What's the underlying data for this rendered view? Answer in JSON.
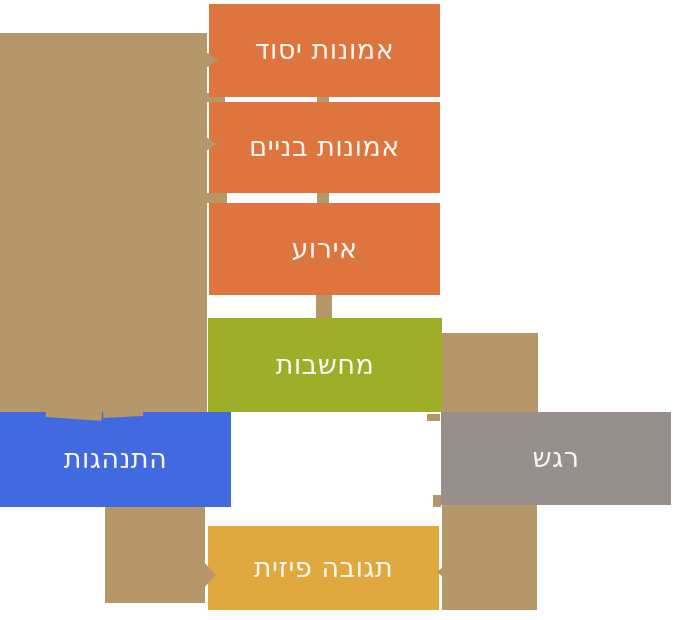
{
  "diagram": {
    "arrow_color": "#B5976A",
    "label_color": "#F8F6F2",
    "nodes": [
      {
        "label": "אמונות יסוד",
        "color": "#DE743E"
      },
      {
        "label": "אמונות בניים",
        "color": "#DE743E"
      },
      {
        "label": "אירוע",
        "color": "#DE743E"
      },
      {
        "label": "מחשבות",
        "color": "#9EAE28"
      },
      {
        "label": "התנהגות",
        "color": "#4169E0"
      },
      {
        "label": "רגש",
        "color": "#968F8B"
      },
      {
        "label": "תגובה פיזית",
        "color": "#DFA940"
      }
    ]
  }
}
